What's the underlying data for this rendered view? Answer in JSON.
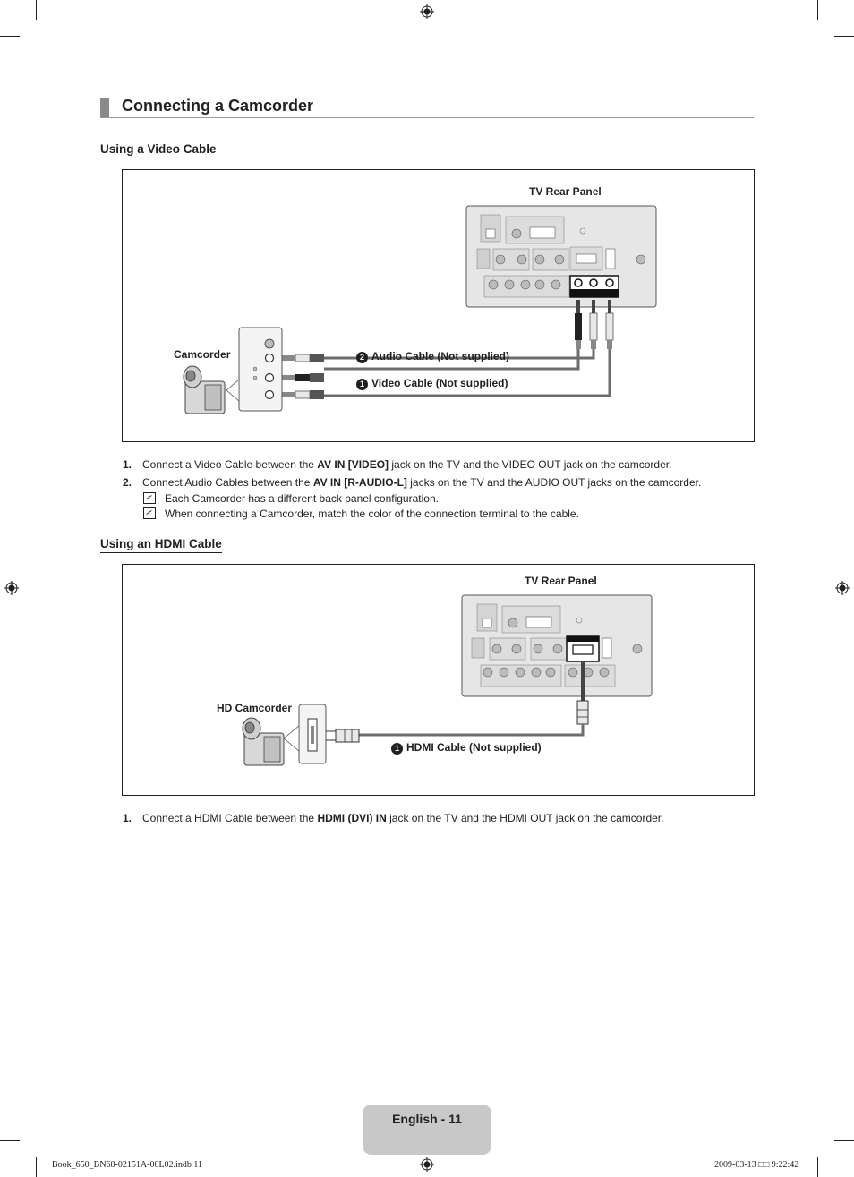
{
  "section": {
    "title": "Connecting a Camcorder"
  },
  "video_section": {
    "heading": "Using a Video Cable",
    "diagram": {
      "tv_panel_label": "TV Rear Panel",
      "device_label": "Camcorder",
      "cable_2_num": "2",
      "cable_2_label": "Audio Cable (Not supplied)",
      "cable_1_num": "1",
      "cable_1_label": "Video Cable (Not supplied)"
    },
    "steps": [
      {
        "num": "1.",
        "pre": "Connect a Video Cable between the ",
        "bold": "AV IN [VIDEO]",
        "post": " jack on the TV and the VIDEO OUT jack on the camcorder."
      },
      {
        "num": "2.",
        "pre": "Connect Audio Cables between the ",
        "bold": "AV IN [R-AUDIO-L]",
        "post": " jacks on the TV and the AUDIO OUT jacks on the camcorder."
      }
    ],
    "notes": [
      "Each Camcorder has a different back panel configuration.",
      "When connecting a Camcorder, match the color of the connection terminal to the cable."
    ]
  },
  "hdmi_section": {
    "heading": "Using an HDMI Cable",
    "diagram": {
      "tv_panel_label": "TV Rear Panel",
      "device_label": "HD Camcorder",
      "cable_1_num": "1",
      "cable_1_label": "HDMI Cable (Not supplied)"
    },
    "steps": [
      {
        "num": "1.",
        "pre": "Connect a HDMI Cable between the ",
        "bold": "HDMI (DVI) IN",
        "post": " jack on the TV and the HDMI OUT jack on the camcorder."
      }
    ]
  },
  "footer": {
    "page_label": "English - 11",
    "slug_left": "Book_650_BN68-02151A-00L02.indb   11",
    "slug_right": "2009-03-13   □□ 9:22:42"
  },
  "colors": {
    "text": "#231f20",
    "footer_tab": "#c8c8c8",
    "title_bar": "#8a8a8a",
    "cable_gray": "#6d6d6d"
  }
}
